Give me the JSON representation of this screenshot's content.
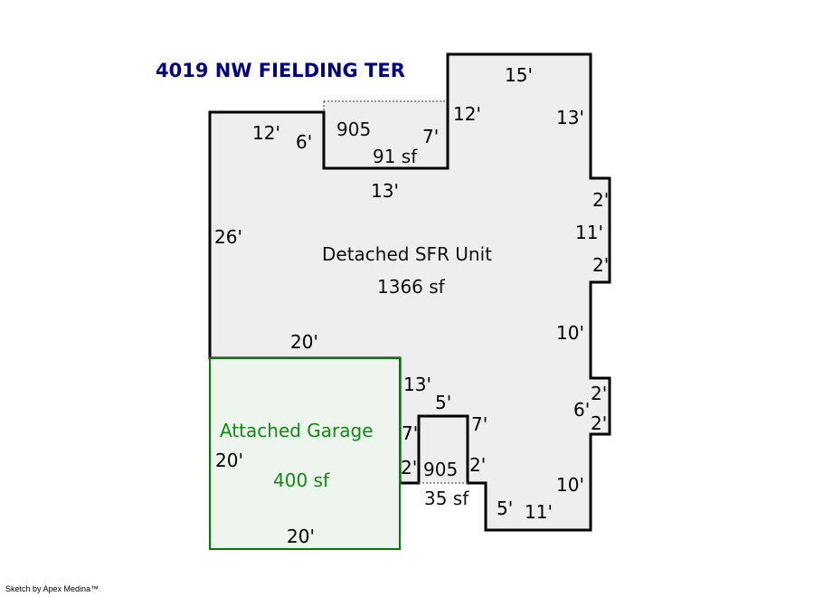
{
  "title": "4019 NW FIELDING TER",
  "credit": "Sketch by Apex Medina™",
  "colors": {
    "outline": "#000000",
    "fill": "#eeeeee",
    "garage_outline": "#008000",
    "garage_fill": "#eef5ee",
    "title": "#000080"
  },
  "areas": {
    "main": {
      "name": "Detached SFR Unit",
      "area": "1366 sf"
    },
    "garage": {
      "name": "Attached Garage",
      "area": "400 sf"
    },
    "top_addition": {
      "code": "905",
      "area": "91 sf"
    },
    "bottom_addition": {
      "code": "905",
      "area": "35 sf"
    }
  },
  "dimensions": [
    "12'",
    "6'",
    "7'",
    "12'",
    "15'",
    "13'",
    "13'",
    "26'",
    "2'",
    "11'",
    "2'",
    "10'",
    "20'",
    "13'",
    "5'",
    "7'",
    "7'",
    "2'",
    "2'",
    "2'",
    "6'",
    "2'",
    "10'",
    "5'",
    "11'",
    "20'",
    "20'"
  ]
}
